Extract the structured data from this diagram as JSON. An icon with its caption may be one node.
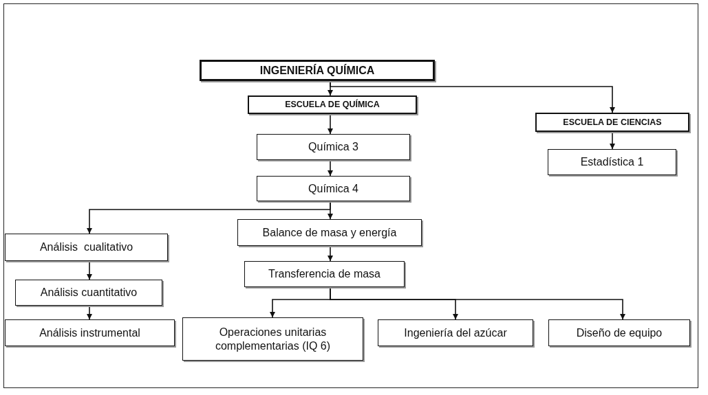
{
  "diagram": {
    "nodes": [
      {
        "text": [
          "INGENIERÍA QUÍMICA"
        ]
      },
      {
        "text": [
          "ESCUELA DE QUÍMICA"
        ]
      },
      {
        "text": [
          "ESCUELA DE CIENCIAS"
        ]
      },
      {
        "text": [
          "Química 3"
        ]
      },
      {
        "text": [
          "Química 4"
        ]
      },
      {
        "text": [
          "Estadística 1"
        ]
      },
      {
        "text": [
          "Análisis  cualitativo"
        ]
      },
      {
        "text": [
          "Balance de masa y energía"
        ]
      },
      {
        "text": [
          "Transferencia de masa"
        ]
      },
      {
        "text": [
          "Análisis cuantitativo"
        ]
      },
      {
        "text": [
          "Análisis instrumental"
        ]
      },
      {
        "text": [
          "Operaciones unitarias complementarias (IQ 6)"
        ]
      },
      {
        "text": [
          "Ingeniería del azúcar"
        ]
      },
      {
        "text": [
          "Diseño de equipo"
        ]
      }
    ],
    "edges": [
      {
        "from": 0,
        "to": 1,
        "arrow": "to"
      },
      {
        "from": 0,
        "to": 2,
        "arrow": "to"
      },
      {
        "from": 1,
        "to": 3,
        "arrow": "to"
      },
      {
        "from": 3,
        "to": 4,
        "arrow": "to"
      },
      {
        "from": 2,
        "to": 5,
        "arrow": "to"
      },
      {
        "from": 4,
        "to": 6,
        "arrow": "to"
      },
      {
        "from": 4,
        "to": 7,
        "arrow": "to"
      },
      {
        "from": 7,
        "to": 8,
        "arrow": "to"
      },
      {
        "from": 6,
        "to": 9,
        "arrow": "to"
      },
      {
        "from": 9,
        "to": 10,
        "arrow": "to"
      },
      {
        "from": 8,
        "to": 11,
        "arrow": "to"
      },
      {
        "from": 8,
        "to": 12,
        "arrow": "to"
      },
      {
        "from": 8,
        "to": 13,
        "arrow": "to"
      }
    ]
  }
}
